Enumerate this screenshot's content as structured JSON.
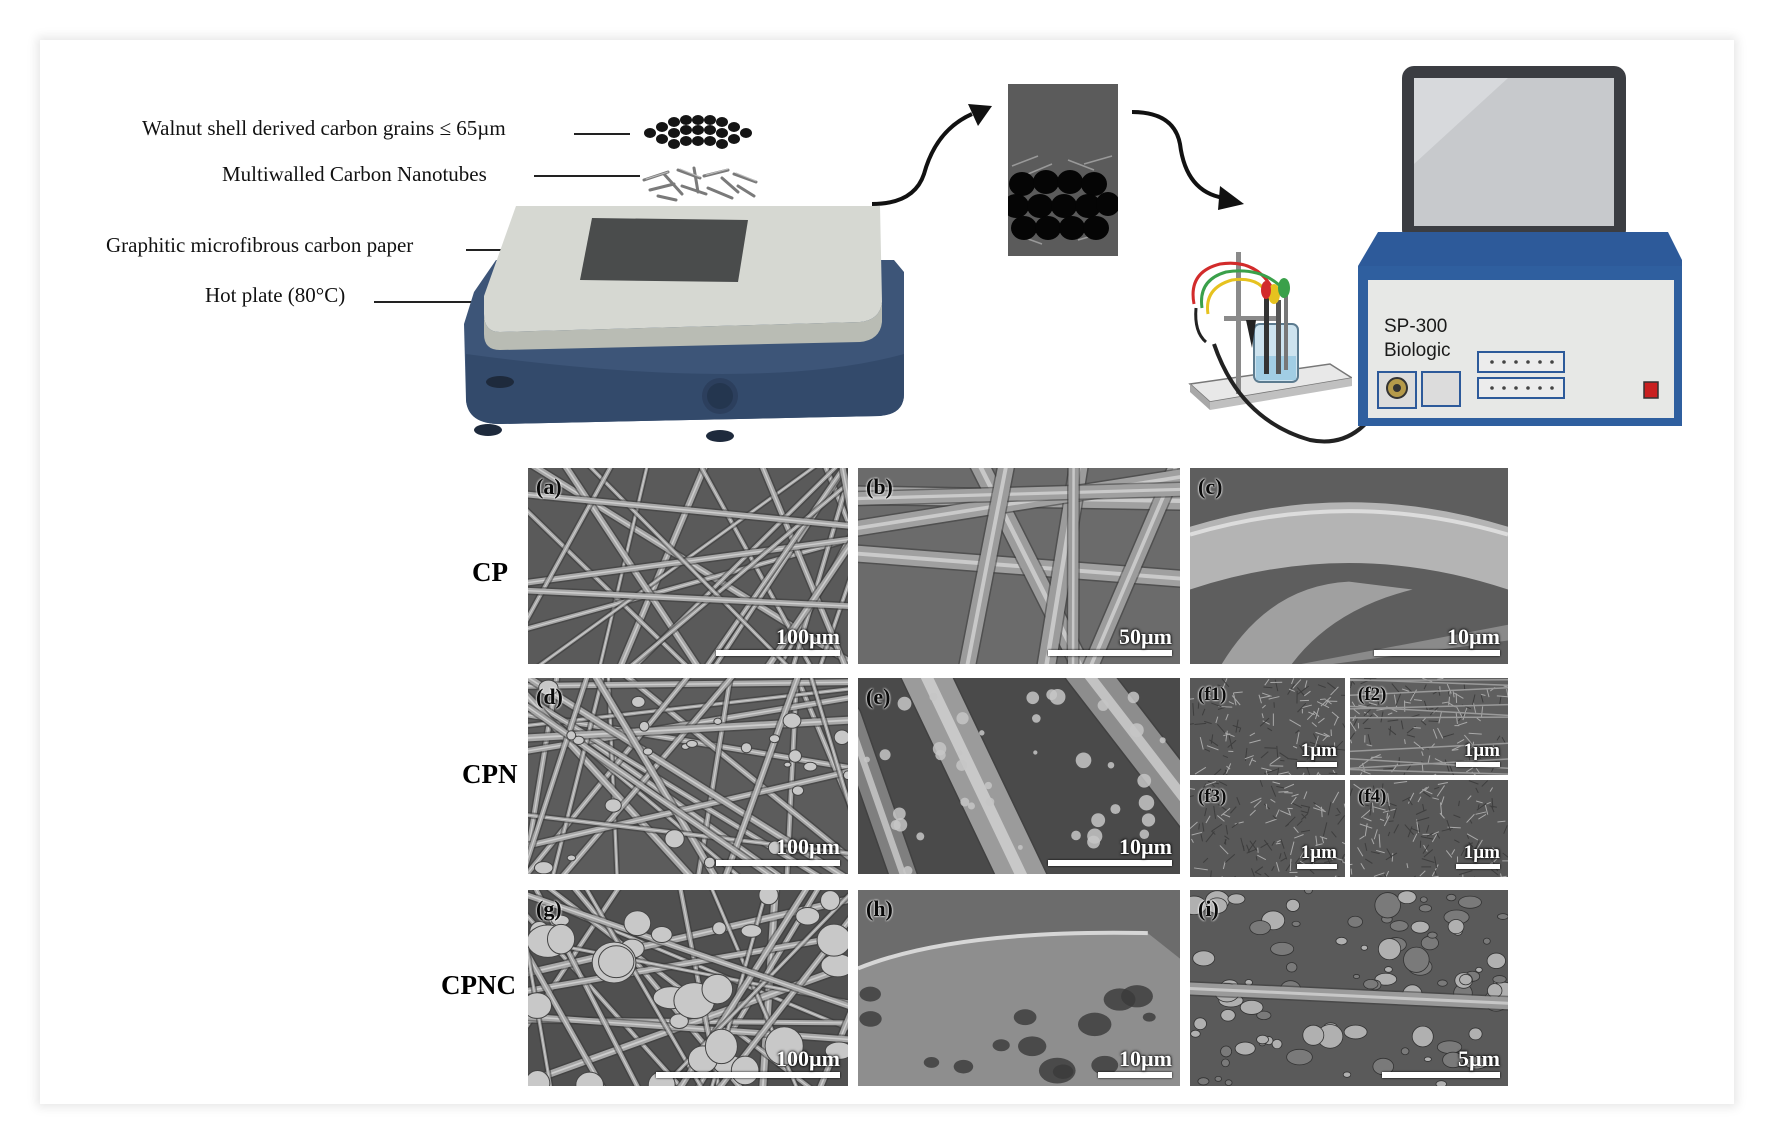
{
  "schematic": {
    "layer_labels": [
      "Walnut shell derived carbon grains ≤ 65µm",
      "Multiwalled Carbon Nanotubes",
      "Graphitic microfibrous carbon paper",
      "Hot plate (80°C)"
    ],
    "instrument": {
      "model": "SP-300",
      "brand": "Biologic"
    }
  },
  "sem_grid": {
    "rows": [
      {
        "label": "CP",
        "panels": [
          {
            "id": "(a)",
            "scale": "100µm"
          },
          {
            "id": "(b)",
            "scale": "50µm"
          },
          {
            "id": "(c)",
            "scale": "10µm"
          }
        ]
      },
      {
        "label": "CPN",
        "panels": [
          {
            "id": "(d)",
            "scale": "100µm"
          },
          {
            "id": "(e)",
            "scale": "10µm"
          }
        ],
        "subpanels": [
          {
            "id": "(f1)",
            "scale": "1µm"
          },
          {
            "id": "(f2)",
            "scale": "1µm"
          },
          {
            "id": "(f3)",
            "scale": "1µm"
          },
          {
            "id": "(f4)",
            "scale": "1µm"
          }
        ]
      },
      {
        "label": "CPNC",
        "panels": [
          {
            "id": "(g)",
            "scale": "100µm"
          },
          {
            "id": "(h)",
            "scale": "10µm"
          },
          {
            "id": "(i)",
            "scale": "5µm"
          }
        ]
      }
    ]
  },
  "colors": {
    "hot_plate_base": "#3d5578",
    "hot_plate_top": "#d6d8d2",
    "carbon_paper": "#4a4c4c",
    "instrument_body": "#2d5a9a",
    "wire_red": "#d22b2b",
    "wire_green": "#3aa04a",
    "wire_yellow": "#e6c21f"
  }
}
